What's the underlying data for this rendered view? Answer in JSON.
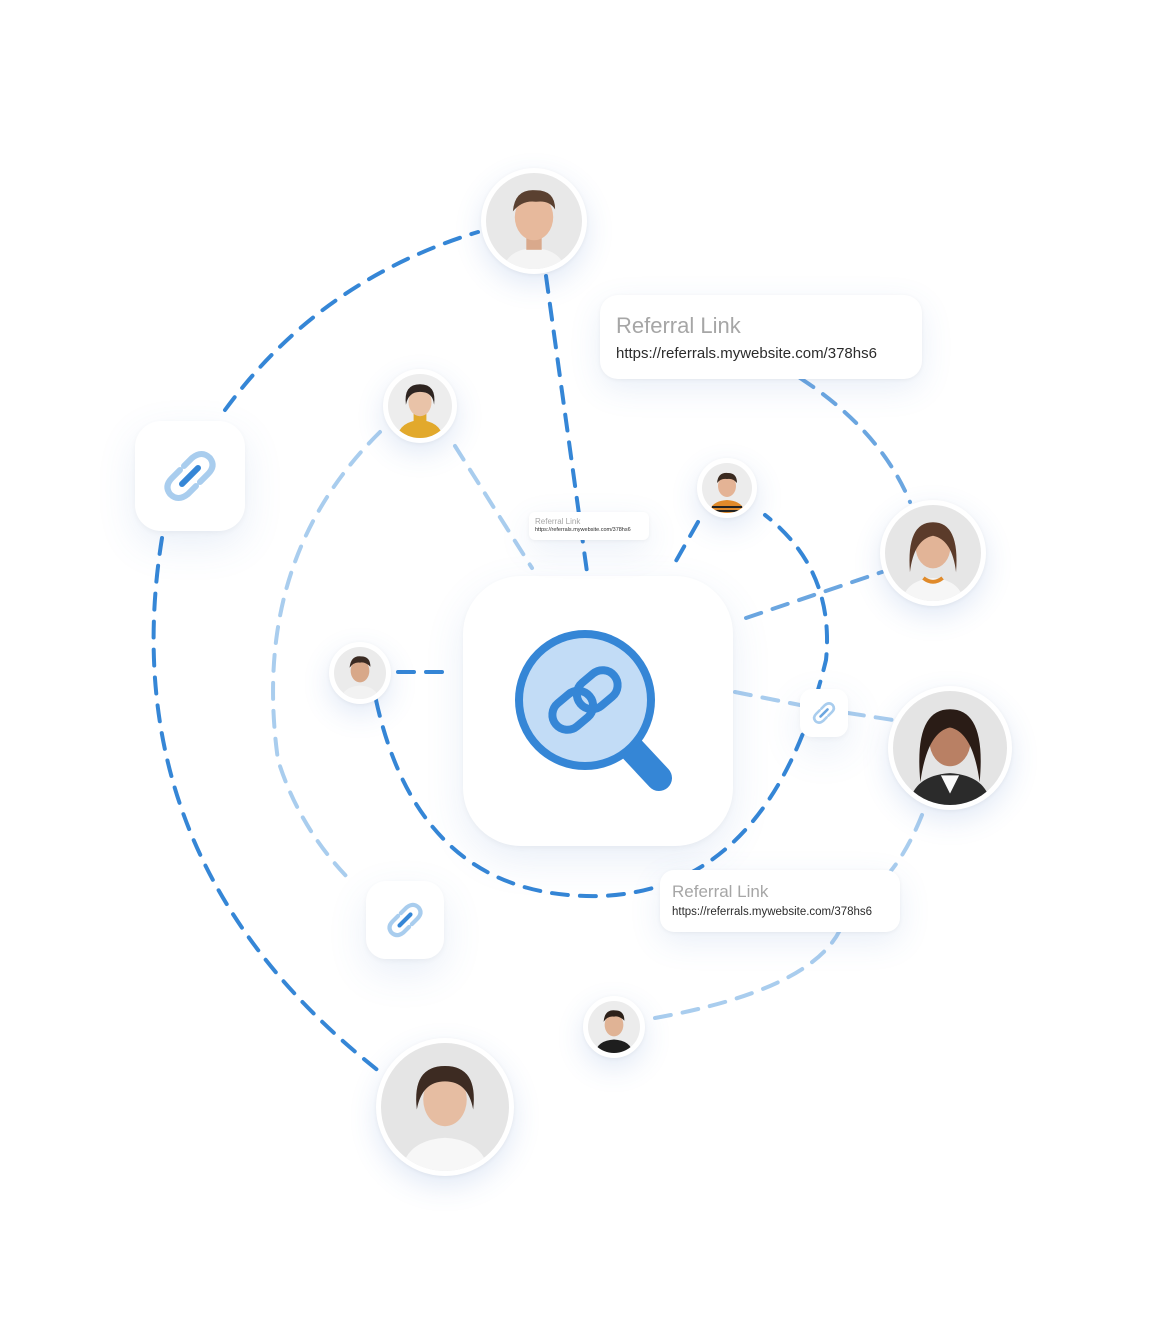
{
  "colors": {
    "primary_blue": "#3586d6",
    "light_blue": "#a9cdee",
    "lens_fill": "#c2dcf6",
    "card_bg": "#ffffff"
  },
  "icons": {
    "center": "magnifier-link-icon",
    "satellite": "link-icon"
  },
  "referral_cards": [
    {
      "title": "Referral Link",
      "url": "https://referrals.mywebsite.com/378hs6"
    },
    {
      "title": "Referral Link",
      "url": "https://referrals.mywebsite.com/378hs6"
    },
    {
      "title": "Referral Link",
      "url": "https://referrals.mywebsite.com/378hs6"
    }
  ]
}
